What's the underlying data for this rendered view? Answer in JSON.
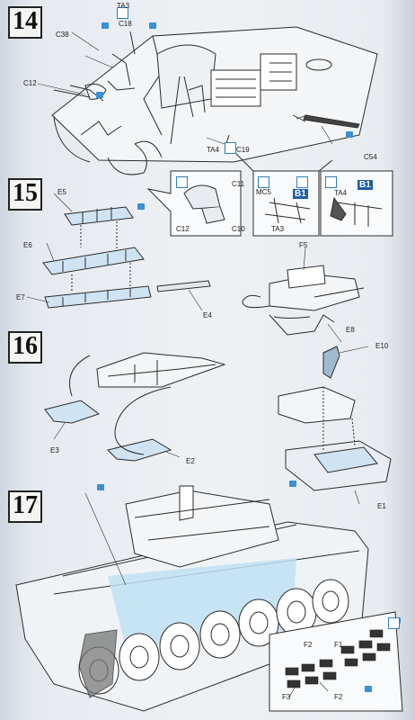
{
  "steps": {
    "s14": "14",
    "s15": "15",
    "s16": "16",
    "s17": "17"
  },
  "labels": {
    "ta3": "TA3",
    "c18": "C18",
    "c38": "C38",
    "c12": "C12",
    "ta4": "TA4",
    "c19": "C19",
    "c54": "C54",
    "e5": "E5",
    "e6": "E6",
    "e7": "E7",
    "e4": "E4",
    "c11": "C11",
    "c12b": "C12",
    "c10": "C10",
    "mc5": "MC5",
    "b1a": "B1",
    "b1b": "B1",
    "ta3b": "TA3",
    "ta4b": "TA4",
    "f5": "F5",
    "e8": "E8",
    "e10": "E10",
    "e3": "E3",
    "e2": "E2",
    "e1": "E1",
    "f2a": "F2",
    "f1": "F1",
    "f3": "F3",
    "f2b": "F2"
  },
  "colors": {
    "accent_blue": "#3a8fd6",
    "highlight_blue": "#bfe0f5",
    "line": "#2b2b2b"
  },
  "icons": [
    "glue-icon",
    "paint-icon",
    "decal-icon"
  ]
}
